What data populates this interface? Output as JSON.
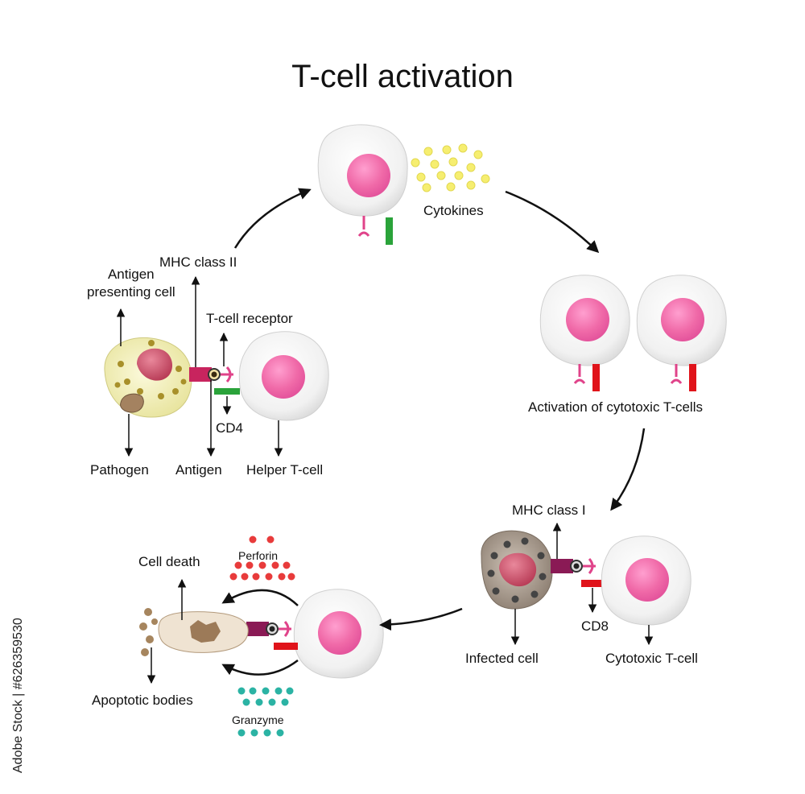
{
  "title": "T-cell activation",
  "labels": {
    "antigen_presenting_cell": "Antigen\npresenting cell",
    "mhc_class_ii": "MHC class II",
    "t_cell_receptor": "T-cell receptor",
    "cd4": "CD4",
    "pathogen": "Pathogen",
    "antigen": "Antigen",
    "helper_t_cell": "Helper T-cell",
    "cytokines": "Cytokines",
    "activation_cytotoxic": "Activation of cytotoxic T-cells",
    "mhc_class_i": "MHC class I",
    "cd8": "CD8",
    "infected_cell": "Infected cell",
    "cytotoxic_t_cell": "Cytotoxic T-cell",
    "cell_death": "Cell death",
    "perforin": "Perforin",
    "apoptotic_bodies": "Apoptotic bodies",
    "granzyme": "Granzyme"
  },
  "stock_id": "Adobe Stock | #626359530",
  "colors": {
    "cell_body": "#eeeeee",
    "nucleus": "#f06aa8",
    "apc_body": "#f3f0c0",
    "mhc_ii": "#c8245e",
    "mhc_i": "#8a1a55",
    "cd4": "#2aa33a",
    "cd8": "#e0131a",
    "cytokine": "#f6ee70",
    "perforin": "#e83b3b",
    "granzyme": "#2bb3a4",
    "infected_body": "#a89a8c",
    "dying_cell": "#efe3d2"
  }
}
